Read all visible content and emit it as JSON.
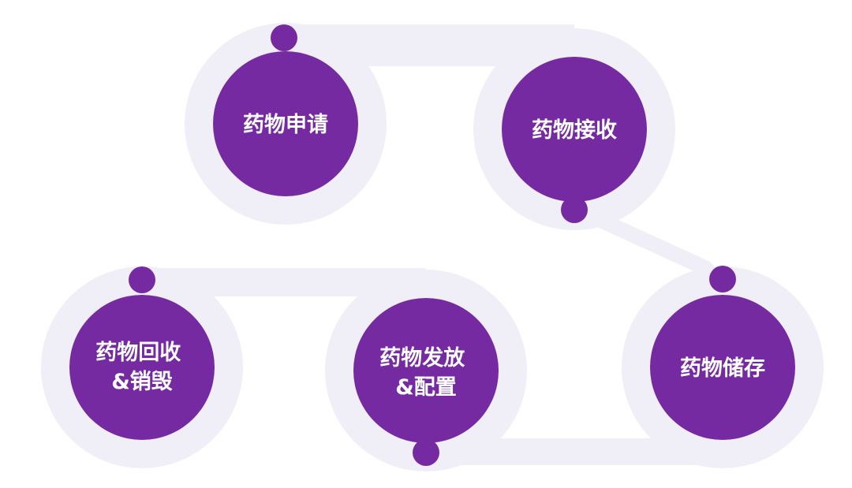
{
  "colors": {
    "track": "#f0eff7",
    "accent": "#752aa2",
    "text": "#ffffff"
  },
  "steps": [
    {
      "lines": [
        "药物申请"
      ]
    },
    {
      "lines": [
        "药物接收"
      ]
    },
    {
      "lines": [
        "药物储存"
      ]
    },
    {
      "lines": [
        "药物发放",
        "&配置"
      ]
    },
    {
      "lines": [
        "药物回收",
        "&销毁"
      ]
    }
  ]
}
